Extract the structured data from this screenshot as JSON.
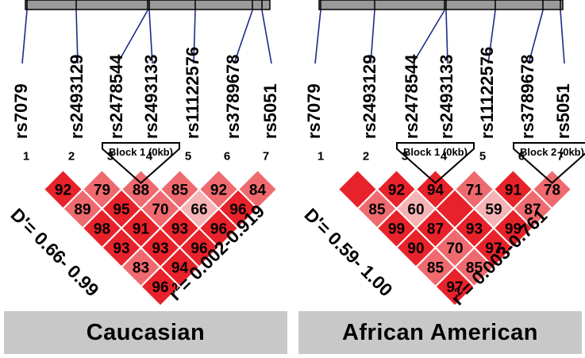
{
  "colors": {
    "strong": "#e8222a",
    "medium": "#ef6a6f",
    "weak": "#f5b3b5",
    "bar": "#9a9a9a",
    "label_box": "#c8c8c8",
    "snp_line": "#1f2a8a"
  },
  "panels": [
    {
      "population": "Caucasian",
      "snps": [
        "rs7079",
        "rs2493129",
        "rs2478544",
        "rs2493133",
        "rs11122576",
        "rs3789678",
        "rs5051"
      ],
      "marker_numbers": [
        "1",
        "2",
        "3",
        "4",
        "5",
        "6",
        "7"
      ],
      "blocks": [
        {
          "label": "Block 1 (0kb)",
          "from": 3,
          "to": 4
        }
      ],
      "ld_matrix": [
        [
          {
            "v": "92",
            "c": "strong"
          },
          {
            "v": "79",
            "c": "medium"
          },
          {
            "v": "88",
            "c": "medium"
          },
          {
            "v": "85",
            "c": "medium"
          },
          {
            "v": "92",
            "c": "medium"
          },
          {
            "v": "84",
            "c": "medium"
          }
        ],
        [
          {
            "v": "89",
            "c": "medium"
          },
          {
            "v": "95",
            "c": "strong"
          },
          {
            "v": "70",
            "c": "medium"
          },
          {
            "v": "66",
            "c": "weak"
          },
          {
            "v": "96",
            "c": "strong"
          }
        ],
        [
          {
            "v": "98",
            "c": "strong"
          },
          {
            "v": "91",
            "c": "strong"
          },
          {
            "v": "93",
            "c": "strong"
          },
          {
            "v": "96",
            "c": "strong"
          }
        ],
        [
          {
            "v": "93",
            "c": "strong"
          },
          {
            "v": "93",
            "c": "strong"
          },
          {
            "v": "96",
            "c": "strong"
          }
        ],
        [
          {
            "v": "83",
            "c": "medium"
          },
          {
            "v": "94",
            "c": "strong"
          }
        ],
        [
          {
            "v": "96",
            "c": "strong"
          }
        ]
      ],
      "d_prime_label": "D'= 0.66- 0.99",
      "r2_label": "0.002-0.919"
    },
    {
      "population": "African American",
      "snps": [
        "rs7079",
        "rs2493129",
        "rs2478544",
        "rs2493133",
        "rs11122576",
        "rs3789678",
        "rs5051"
      ],
      "marker_numbers": [
        "1",
        "2",
        "3",
        "4",
        "5",
        "6",
        "7"
      ],
      "blocks": [
        {
          "label": "Block 1 (0kb)",
          "from": 3,
          "to": 4
        },
        {
          "label": "Block 2 (0kb)",
          "from": 6,
          "to": 7
        }
      ],
      "ld_matrix": [
        [
          {
            "v": "",
            "c": "strong"
          },
          {
            "v": "92",
            "c": "strong"
          },
          {
            "v": "94",
            "c": "strong"
          },
          {
            "v": "71",
            "c": "medium"
          },
          {
            "v": "91",
            "c": "strong"
          },
          {
            "v": "78",
            "c": "medium"
          }
        ],
        [
          {
            "v": "85",
            "c": "medium"
          },
          {
            "v": "60",
            "c": "weak"
          },
          {
            "v": "",
            "c": "strong"
          },
          {
            "v": "59",
            "c": "weak"
          },
          {
            "v": "87",
            "c": "medium"
          }
        ],
        [
          {
            "v": "99",
            "c": "strong"
          },
          {
            "v": "87",
            "c": "strong"
          },
          {
            "v": "93",
            "c": "strong"
          },
          {
            "v": "99",
            "c": "strong"
          }
        ],
        [
          {
            "v": "90",
            "c": "strong"
          },
          {
            "v": "70",
            "c": "medium"
          },
          {
            "v": "97",
            "c": "strong"
          }
        ],
        [
          {
            "v": "85",
            "c": "medium"
          },
          {
            "v": "85",
            "c": "medium"
          }
        ],
        [
          {
            "v": "97",
            "c": "strong"
          }
        ]
      ],
      "d_prime_label": "D'= 0.59- 1.00",
      "r2_label": "0.003-0.761"
    }
  ]
}
